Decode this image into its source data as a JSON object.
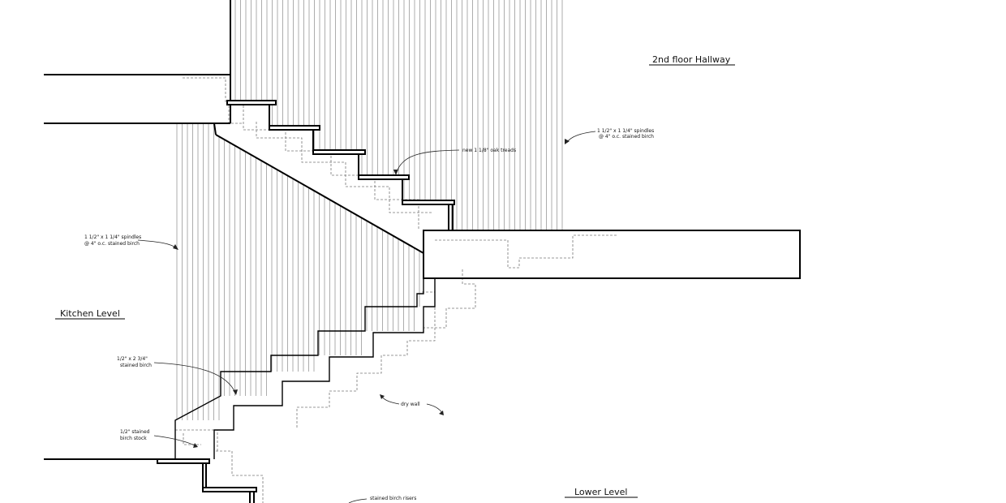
{
  "levels": {
    "upper": "2nd floor Hallway",
    "middle": "Kitchen Level",
    "lower": "Lower Level"
  },
  "notes": {
    "treads": "new 1 1/8\" oak treads",
    "spindles_upper_1": "1 1/2\" x 1 1/4\" spindles",
    "spindles_upper_2": "@ 4\" o.c. stained birch",
    "spindles_lower_1": "1 1/2\" x 1 1/4\" spindles",
    "spindles_lower_2": "@ 4\" o.c. stained birch",
    "skirt_1": "1/2\" x 2 3/4\"",
    "skirt_2": "stained birch",
    "stock_1": "1/2\" stained",
    "stock_2": "birch stock",
    "drywall": "dry wall",
    "risers": "stained birch risers"
  }
}
